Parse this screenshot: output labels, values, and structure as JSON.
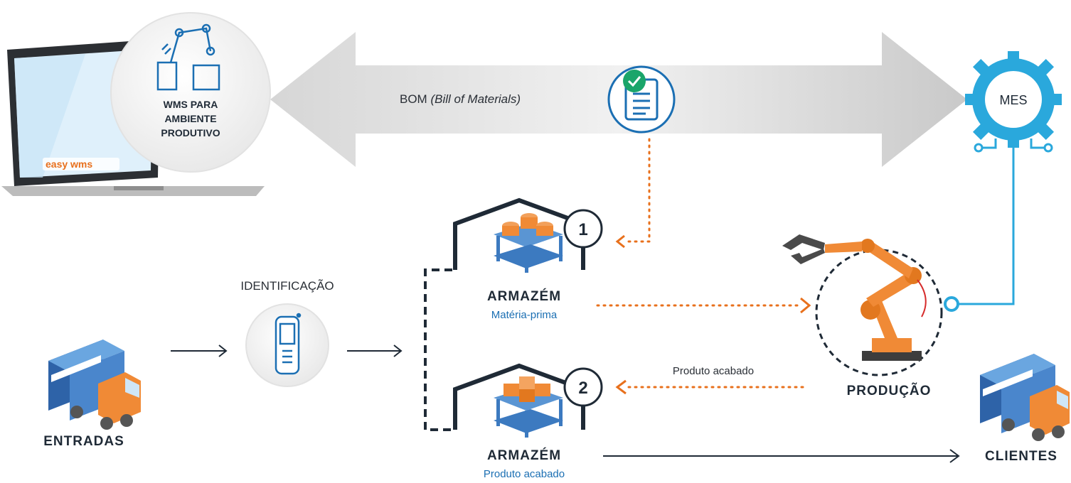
{
  "wms_badge": {
    "line1": "WMS PARA",
    "line2": "AMBIENTE",
    "line3": "PRODUTIVO"
  },
  "laptop_brand": "easy wms",
  "bom_label": {
    "prefix": "BOM ",
    "italic": "(Bill of Materials)"
  },
  "mes_label": "MES",
  "identificacao_label": "IDENTIFICAÇÃO",
  "entradas_label": "ENTRADAS",
  "warehouse_1": {
    "number": "1",
    "title": "ARMAZÉM",
    "subtitle": "Matéria-prima"
  },
  "warehouse_2": {
    "number": "2",
    "title": "ARMAZÉM",
    "subtitle": "Produto acabado"
  },
  "produto_acabado_flow": "Produto acabado",
  "producao_label": "PRODUÇÃO",
  "clientes_label": "CLIENTES",
  "colors": {
    "orange": "#e8701c",
    "blue": "#1b6fb3",
    "cyan": "#2aa8dc",
    "dark": "#1f2a36"
  }
}
